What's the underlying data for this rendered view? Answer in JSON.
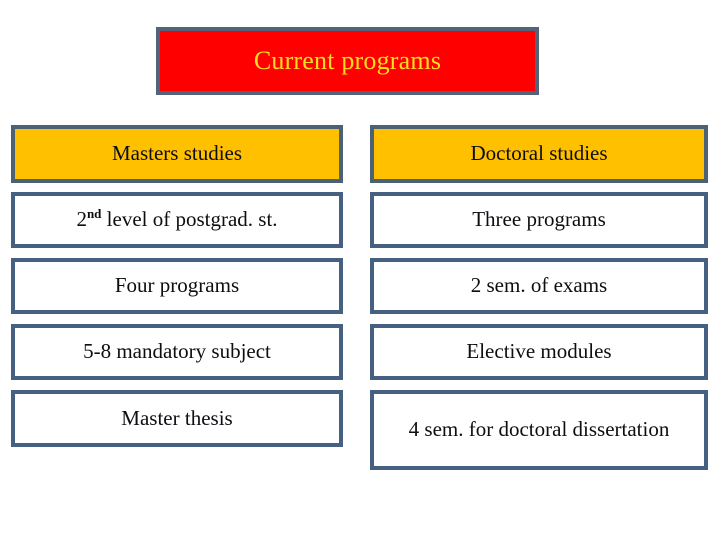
{
  "slide": {
    "title": "Current programs",
    "title_colors": {
      "fill": "#FF0000",
      "text": "#FFDD22",
      "border": "#55637A"
    },
    "accent_colors": {
      "header_fill": "#FFC000",
      "cell_border": "#456080",
      "cell_fill": "#FFFFFF",
      "background": "#FFFFFF"
    },
    "columns": [
      {
        "header": "Masters studies",
        "cells": [
          "2nd level of postgrad. st.",
          "Four programs",
          "5-8 mandatory subject",
          "Master thesis"
        ]
      },
      {
        "header": "Doctoral studies",
        "cells": [
          "Three programs",
          "2 sem. of exams",
          "Elective modules",
          "4 sem. for doctoral dissertation"
        ]
      }
    ],
    "superscript_cell": {
      "prefix": "2",
      "ordinal": "nd",
      "suffix": " level of postgrad. st."
    }
  }
}
